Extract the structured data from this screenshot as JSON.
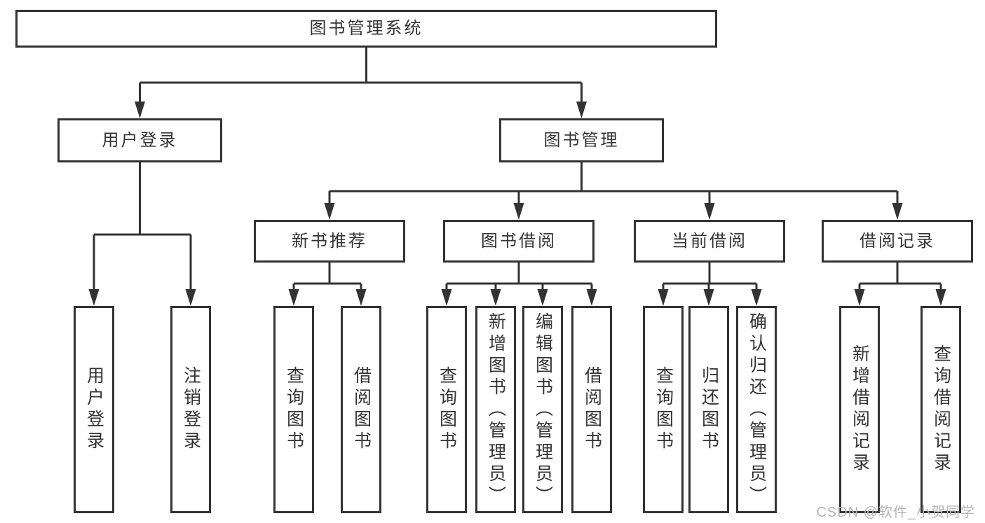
{
  "tree": {
    "root": "图书管理系统",
    "branches": [
      {
        "label": "用户登录",
        "children": [
          "用户登录",
          "注销登录"
        ]
      },
      {
        "label": "图书管理",
        "groups": [
          {
            "label": "新书推荐",
            "children": [
              "查询图书",
              "借阅图书"
            ]
          },
          {
            "label": "图书借阅",
            "children": [
              "查询图书",
              "新增图书（管理员）",
              "编辑图书（管理员）",
              "借阅图书"
            ]
          },
          {
            "label": "当前借阅",
            "children": [
              "查询图书",
              "归还图书",
              "确认归还（管理员）"
            ]
          },
          {
            "label": "借阅记录",
            "children": [
              "新增借阅记录",
              "查询借阅记录"
            ]
          }
        ]
      }
    ]
  },
  "watermark": {
    "text": "CSDN @软件_小贺同学"
  },
  "colors": {
    "line": "#333333",
    "text": "#333333",
    "box_background": "#ffffff",
    "page_background": "#ffffff",
    "watermark": "#b5b5b5"
  }
}
